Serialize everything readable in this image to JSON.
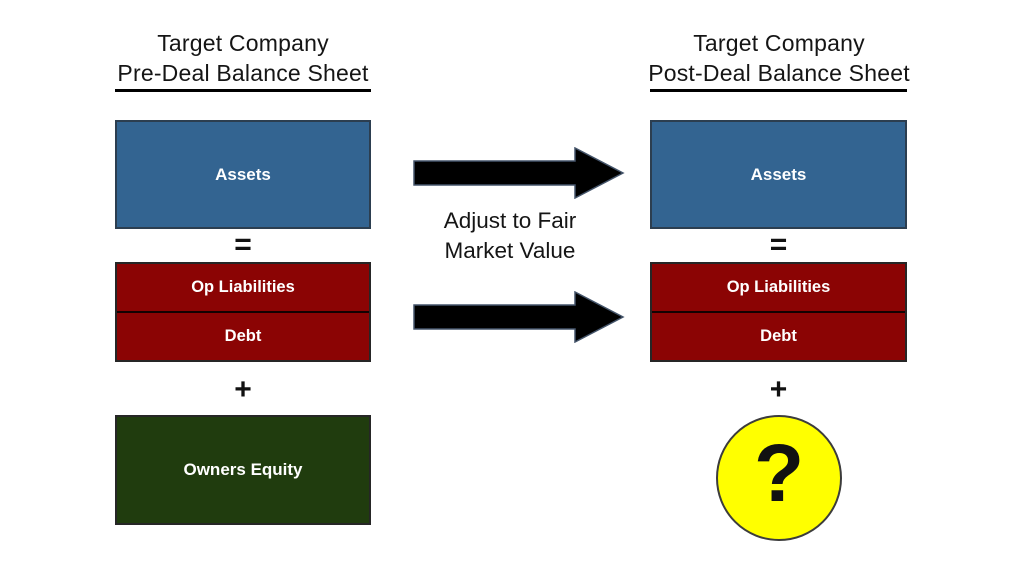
{
  "slide": {
    "left": {
      "title_line1": "Target Company",
      "title_line2": "Pre-Deal Balance Sheet",
      "assets_label": "Assets",
      "equals_symbol": "=",
      "op_liabilities_label": "Op Liabilities",
      "debt_label": "Debt",
      "plus_symbol": "+",
      "owners_equity_label": "Owners Equity"
    },
    "middle": {
      "annotation_line1": "Adjust to Fair",
      "annotation_line2": "Market Value"
    },
    "right": {
      "title_line1": "Target Company",
      "title_line2": "Post-Deal Balance Sheet",
      "assets_label": "Assets",
      "equals_symbol": "=",
      "op_liabilities_label": "Op Liabilities",
      "debt_label": "Debt",
      "plus_symbol": "+",
      "unknown_symbol": "?"
    },
    "colors": {
      "assets_fill": "#336491",
      "assets_border": "#2c3e50",
      "liabilities_fill": "#8b0404",
      "liabilities_border": "#262626",
      "equity_fill": "#203c0e",
      "equity_border": "#262626",
      "arrow_fill": "#000000",
      "arrow_outline": "#44546a",
      "circle_fill": "#ffff00",
      "circle_border": "#3c3c3c"
    }
  }
}
